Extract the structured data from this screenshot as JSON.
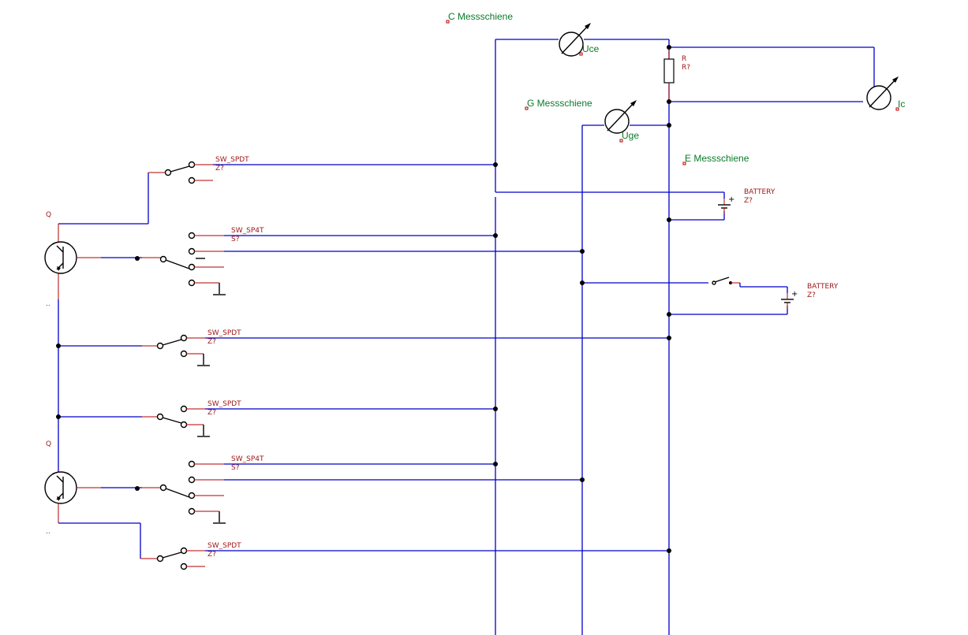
{
  "buses": {
    "c": "C Messschiene",
    "g": "G Messschiene",
    "e": "E Messschiene"
  },
  "meters": {
    "uce": "Uce",
    "uge": "Uge",
    "ic": "Ic"
  },
  "resistor": {
    "ref": "R",
    "value": "R?"
  },
  "batteries": [
    {
      "ref": "BATTERY",
      "value": "Z?"
    },
    {
      "ref": "BATTERY",
      "value": "Z?"
    }
  ],
  "switches": [
    {
      "ref": "SW_SPDT",
      "value": "Z?"
    },
    {
      "ref": "SW_SP4T",
      "value": "S?"
    },
    {
      "ref": "SW_SPDT",
      "value": "Z?"
    },
    {
      "ref": "SW_SPDT",
      "value": "Z?"
    },
    {
      "ref": "SW_SP4T",
      "value": "S?"
    },
    {
      "ref": "SW_SPDT",
      "value": "Z?"
    }
  ],
  "transistors": [
    {
      "ref": "Q",
      "value": ".."
    },
    {
      "ref": "Q",
      "value": ".."
    }
  ],
  "colors": {
    "wire": "#0000c8",
    "pin": "#b00000",
    "ref_text": "#a01818",
    "net_label": "#0a7a2a"
  }
}
